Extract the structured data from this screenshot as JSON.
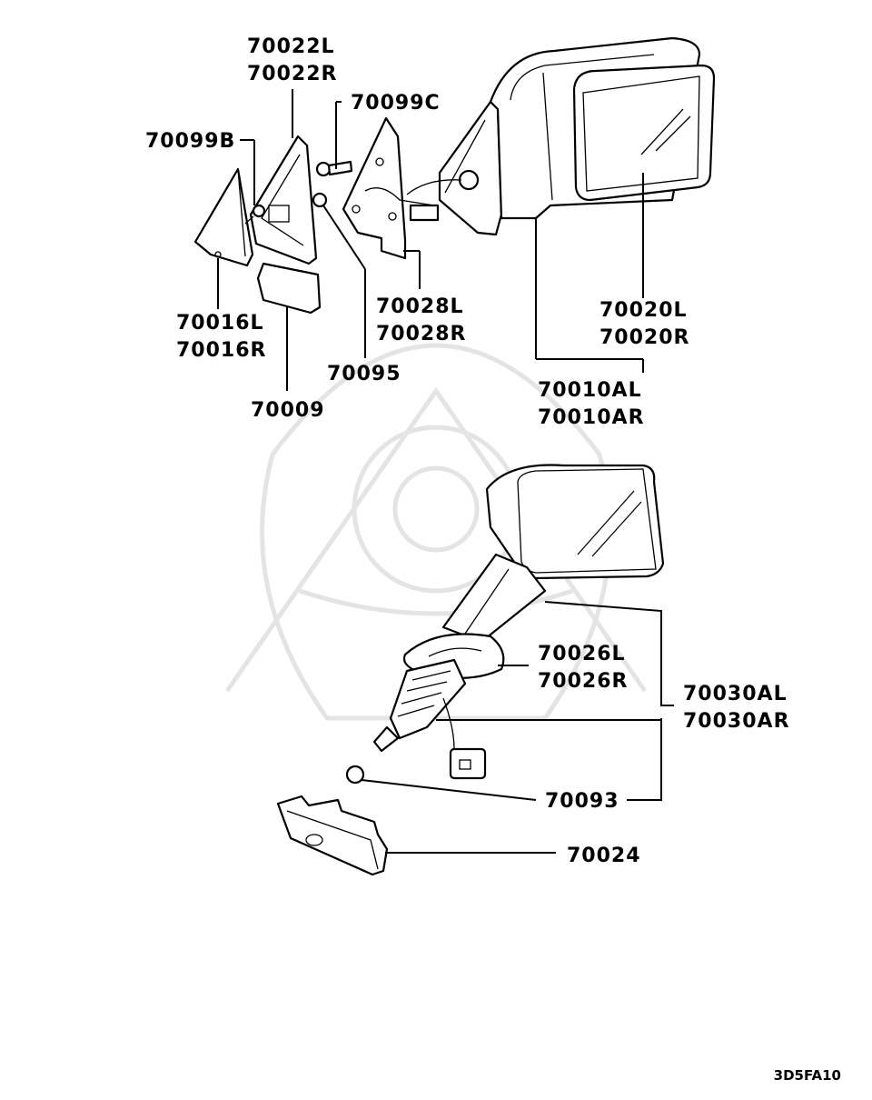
{
  "diagram_code": "3D5FA10",
  "callouts": [
    {
      "id": "70022",
      "lines": [
        "70022L",
        "70022R"
      ]
    },
    {
      "id": "70099C",
      "lines": [
        "70099C"
      ]
    },
    {
      "id": "70099B",
      "lines": [
        "70099B"
      ]
    },
    {
      "id": "70016",
      "lines": [
        "70016L",
        "70016R"
      ]
    },
    {
      "id": "70028",
      "lines": [
        "70028L",
        "70028R"
      ]
    },
    {
      "id": "70020",
      "lines": [
        "70020L",
        "70020R"
      ]
    },
    {
      "id": "70095",
      "lines": [
        "70095"
      ]
    },
    {
      "id": "70009",
      "lines": [
        "70009"
      ]
    },
    {
      "id": "70010A",
      "lines": [
        "70010AL",
        "70010AR"
      ]
    },
    {
      "id": "70026",
      "lines": [
        "70026L",
        "70026R"
      ]
    },
    {
      "id": "70030A",
      "lines": [
        "70030AL",
        "70030AR"
      ]
    },
    {
      "id": "70093",
      "lines": [
        "70093"
      ]
    },
    {
      "id": "70024",
      "lines": [
        "70024"
      ]
    }
  ]
}
